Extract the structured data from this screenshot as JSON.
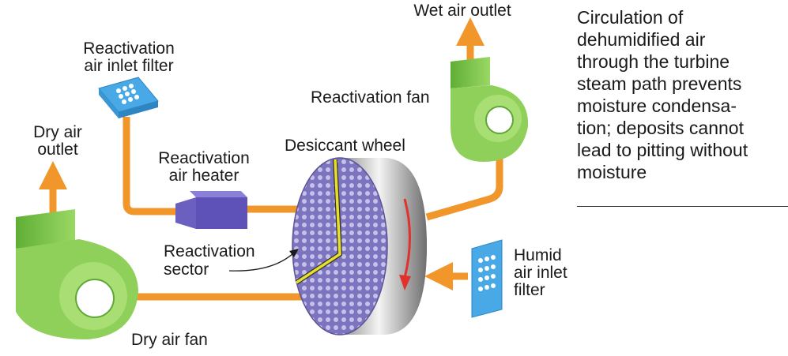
{
  "labels": {
    "wet_air_outlet": "Wet air outlet",
    "reactivation_inlet_filter": [
      "Reactivation",
      "air inlet filter"
    ],
    "reactivation_fan": "Reactivation fan",
    "dry_air_outlet": [
      "Dry air",
      "outlet"
    ],
    "reactivation_air_heater": [
      "Reactivation",
      "air heater"
    ],
    "desiccant_wheel": "Desiccant wheel",
    "reactivation_sector": [
      "Reactivation",
      "sector"
    ],
    "humid_air_inlet_filter": [
      "Humid",
      "air inlet",
      "filter"
    ],
    "dry_air_fan": "Dry air fan"
  },
  "caption": [
    "Circulation of",
    "dehumidified air",
    "through the turbine",
    "steam path prevents",
    "moisture condensa-",
    "tion; deposits cannot",
    "lead to pitting without",
    "moisture"
  ],
  "colors": {
    "duct": "#f0962a",
    "fan": "#8fd05a",
    "fan_dark": "#63ad3a",
    "heater": "#6b5fc0",
    "wheel_face": "#8f86c8",
    "filter": "#49a9e6",
    "sector_line": "#e8df2a",
    "rotation_arrow": "#e0322a"
  }
}
